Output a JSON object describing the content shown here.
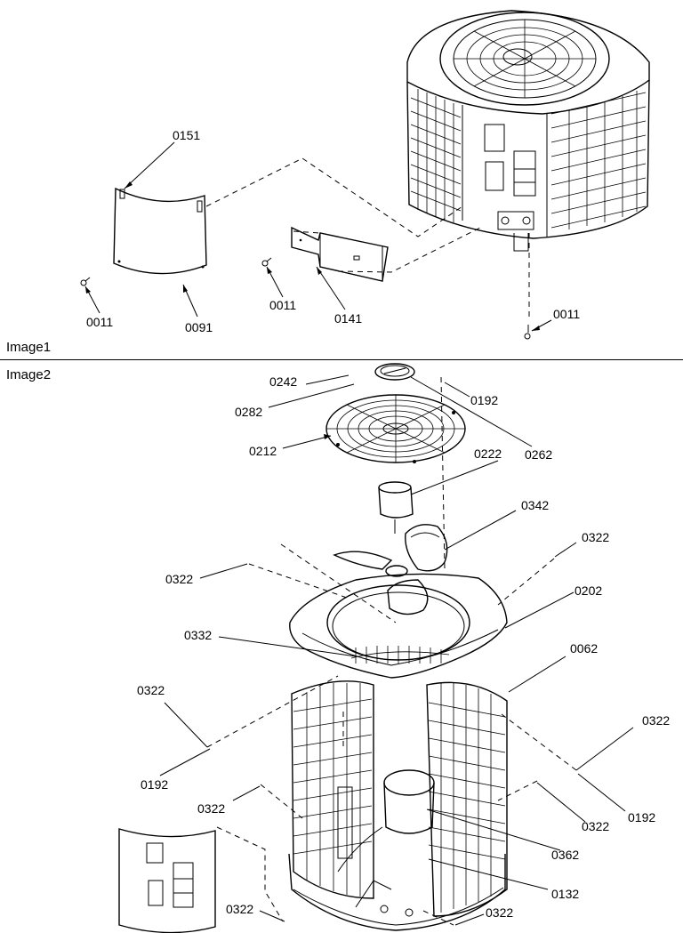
{
  "sections": [
    {
      "label": "Image1"
    },
    {
      "label": "Image2"
    }
  ],
  "callouts": {
    "image1": [
      "0151",
      "0011",
      "0091",
      "0011",
      "0141",
      "0011"
    ],
    "image2": [
      "0242",
      "0282",
      "0192",
      "0262",
      "0212",
      "0222",
      "0342",
      "0322",
      "0322",
      "0202",
      "0332",
      "0062",
      "0322",
      "0322",
      "0192",
      "0322",
      "0322",
      "0192",
      "0362",
      "0132",
      "0322",
      "0322"
    ]
  }
}
